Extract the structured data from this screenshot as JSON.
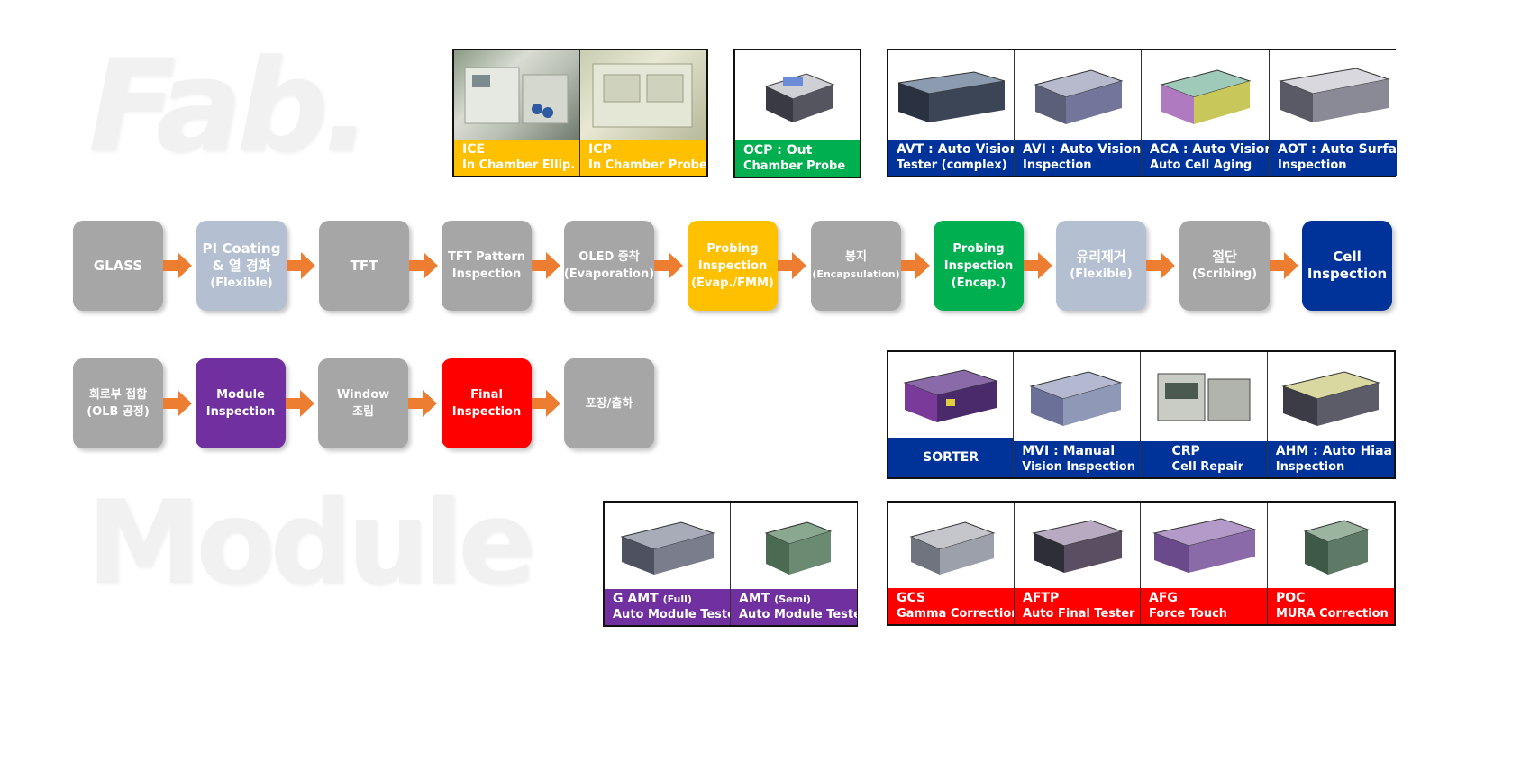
{
  "headings": {
    "fab": "Fab.",
    "module": "Module"
  },
  "colors": {
    "gray": "#a6a6a6",
    "lightblue": "#b4c0d2",
    "yellow": "#ffc000",
    "green": "#00b050",
    "navy": "#003399",
    "purple": "#7030a0",
    "red": "#ff0000",
    "arrow": "#ed7d31"
  },
  "fab_steps": [
    {
      "l1": "GLASS",
      "l2": ""
    },
    {
      "l1": "PI Coating",
      "l2": "& 열 경화",
      "l3": "(Flexible)"
    },
    {
      "l1": "TFT",
      "l2": ""
    },
    {
      "l1": "TFT Pattern",
      "l2": "Inspection"
    },
    {
      "l1": "OLED 증착",
      "l2": "(Evaporation)"
    },
    {
      "l1": "Probing",
      "l2": "Inspection",
      "l3": "(Evap./FMM)"
    },
    {
      "l1": "봉지",
      "l2": "(Encapsulation)"
    },
    {
      "l1": "Probing",
      "l2": "Inspection",
      "l3": "(Encap.)"
    },
    {
      "l1": "유리제거",
      "l2": "(Flexible)"
    },
    {
      "l1": "절단",
      "l2": "(Scribing)"
    },
    {
      "l1": "Cell",
      "l2": "Inspection"
    }
  ],
  "module_steps": [
    {
      "l1": "회로부 접합",
      "l2": "(OLB 공정)"
    },
    {
      "l1": "Module",
      "l2": "Inspection"
    },
    {
      "l1": "Window",
      "l2": "조립"
    },
    {
      "l1": "Final",
      "l2": "Inspection"
    },
    {
      "l1": "포장/출하",
      "l2": ""
    }
  ],
  "equipment": {
    "ice": {
      "title": "ICE",
      "sub": "In Chamber Ellip."
    },
    "icp": {
      "title": "ICP",
      "sub": "In Chamber Probe"
    },
    "ocp": {
      "title": "OCP : Out",
      "sub": "Chamber Probe"
    },
    "avt": {
      "title": "AVT : Auto Vision",
      "sub": "Tester (complex)"
    },
    "avi": {
      "title": "AVI : Auto Vision",
      "sub": "Inspection"
    },
    "aca": {
      "title": "ACA : Auto Vision",
      "sub": "Auto Cell Aging"
    },
    "aot": {
      "title": "AOT : Auto Surface",
      "sub": "Inspection"
    },
    "sorter": {
      "title": "SORTER",
      "sub": ""
    },
    "mvi": {
      "title": "MVI : Manual",
      "sub": "Vision Inspection"
    },
    "crp": {
      "title": "CRP",
      "sub": "Cell Repair"
    },
    "ahm": {
      "title": "AHM : Auto Hiaa",
      "sub": "Inspection"
    },
    "gamt": {
      "title": "G AMT",
      "tag": "(Full)",
      "sub": "Auto Module Tester"
    },
    "amt": {
      "title": "AMT",
      "tag": "(Semi)",
      "sub": "Auto Module Tester"
    },
    "gcs": {
      "title": "GCS",
      "sub": "Gamma Correction"
    },
    "aftp": {
      "title": "AFTP",
      "sub": "Auto Final Tester"
    },
    "afg": {
      "title": "AFG",
      "sub": "Force Touch"
    },
    "poc": {
      "title": "POC",
      "sub": "MURA Correction"
    }
  }
}
